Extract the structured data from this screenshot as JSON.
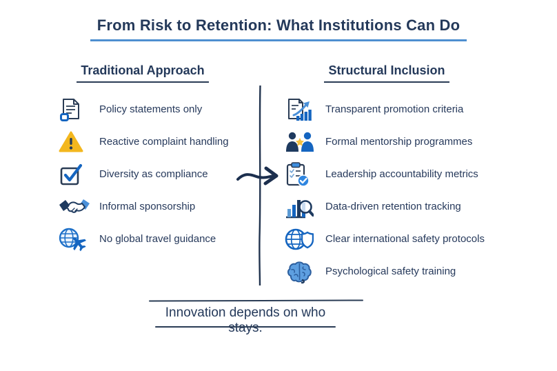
{
  "page": {
    "title": "From Risk to Retention: What Institutions Can Do",
    "footer_tagline": "Innovation depends on who stays."
  },
  "columns": {
    "left": {
      "header": "Traditional Approach",
      "items": [
        {
          "icon": "policy-document-icon",
          "label": "Policy statements only"
        },
        {
          "icon": "warning-triangle-icon",
          "label": "Reactive complaint handling"
        },
        {
          "icon": "checkbox-icon",
          "label": "Diversity as compliance"
        },
        {
          "icon": "handshake-icon",
          "label": "Informal sponsorship"
        },
        {
          "icon": "globe-airplane-icon",
          "label": "No global travel guidance"
        }
      ]
    },
    "right": {
      "header": "Structural Inclusion",
      "items": [
        {
          "icon": "document-growth-icon",
          "label": "Transparent promotion criteria"
        },
        {
          "icon": "mentorship-people-icon",
          "label": "Formal mentorship programmes"
        },
        {
          "icon": "clipboard-checklist-icon",
          "label": "Leadership accountability metrics"
        },
        {
          "icon": "bar-chart-magnifier-icon",
          "label": "Data-driven retention tracking"
        },
        {
          "icon": "globe-shield-icon",
          "label": "Clear international safety protocols"
        },
        {
          "icon": "brain-icon",
          "label": "Psychological safety training"
        }
      ]
    }
  },
  "colors": {
    "text_navy": "#24395A",
    "title_underline_blue": "#4E8FD0",
    "icon_blue": "#1565C0",
    "icon_light_blue": "#5B9BD5",
    "icon_navy": "#1E3A5F",
    "warning_amber": "#F3B71E",
    "star_gold": "#F5C242"
  }
}
